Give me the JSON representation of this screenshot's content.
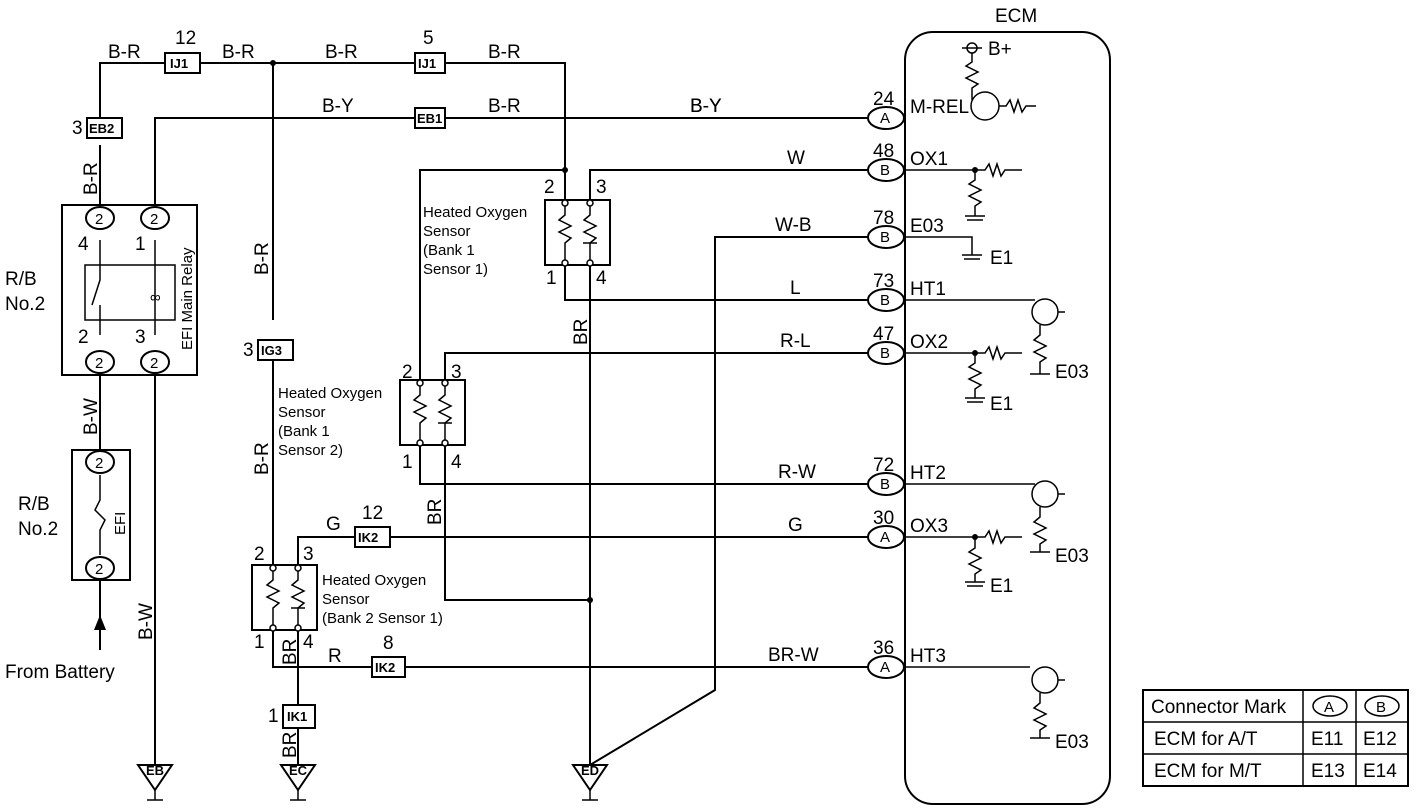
{
  "ecm": {
    "title": "ECM",
    "bplus": "B+"
  },
  "ecm_pins": [
    {
      "num": "24",
      "conn": "A",
      "name": "M-REL",
      "wire": "B-Y"
    },
    {
      "num": "48",
      "conn": "B",
      "name": "OX1",
      "wire": "W"
    },
    {
      "num": "78",
      "conn": "B",
      "name": "E03",
      "wire": "W-B"
    },
    {
      "num": "73",
      "conn": "B",
      "name": "HT1",
      "wire": "L"
    },
    {
      "num": "47",
      "conn": "B",
      "name": "OX2",
      "wire": "R-L"
    },
    {
      "num": "72",
      "conn": "B",
      "name": "HT2",
      "wire": "R-W"
    },
    {
      "num": "30",
      "conn": "A",
      "name": "OX3",
      "wire": "G"
    },
    {
      "num": "36",
      "conn": "A",
      "name": "HT3",
      "wire": "BR-W"
    }
  ],
  "grounds": {
    "e1": "E1",
    "e03": "E03"
  },
  "connectors": {
    "ij1_a": {
      "num": "12",
      "id": "IJ1"
    },
    "ij1_b": {
      "num": "5",
      "id": "IJ1"
    },
    "eb2": {
      "num": "3",
      "id": "EB2"
    },
    "eb1": {
      "id": "EB1"
    },
    "ig3": {
      "num": "3",
      "id": "IG3"
    },
    "ik2_a": {
      "num": "12",
      "id": "IK2"
    },
    "ik2_b": {
      "num": "8",
      "id": "IK2"
    },
    "ik1": {
      "num": "1",
      "id": "IK1"
    }
  },
  "ground_points": {
    "eb": "EB",
    "ec": "EC",
    "ed": "ED"
  },
  "wires": {
    "br": "B-R",
    "by": "B-Y",
    "bw": "B-W",
    "brown": "BR",
    "g": "G",
    "r": "R"
  },
  "relay": {
    "block": "R/B\nNo.2",
    "block_line1": "R/B",
    "block_line2": "No.2",
    "name": "EFI Main Relay",
    "pin2": "2",
    "pin4": "4",
    "pin1": "1",
    "pin3": "3"
  },
  "fuse": {
    "block_line1": "R/B",
    "block_line2": "No.2",
    "name": "EFI",
    "pin": "2"
  },
  "from_battery": "From Battery",
  "sensors": {
    "s1": {
      "line1": "Heated Oxygen",
      "line2": "Sensor",
      "line3": "(Bank 1",
      "line4": " Sensor 1)"
    },
    "s2": {
      "line1": "Heated Oxygen",
      "line2": "Sensor",
      "line3": "(Bank 1",
      "line4": " Sensor 2)"
    },
    "s3": {
      "line1": "Heated Oxygen",
      "line2": "Sensor",
      "line3": "(Bank 2 Sensor 1)"
    },
    "pins": {
      "p1": "1",
      "p2": "2",
      "p3": "3",
      "p4": "4"
    }
  },
  "legend": {
    "header": "Connector Mark",
    "mark_a": "A",
    "mark_b": "B",
    "rows": [
      {
        "label": "ECM for A/T",
        "a": "E11",
        "b": "E12"
      },
      {
        "label": "ECM for M/T",
        "a": "E13",
        "b": "E14"
      }
    ]
  }
}
